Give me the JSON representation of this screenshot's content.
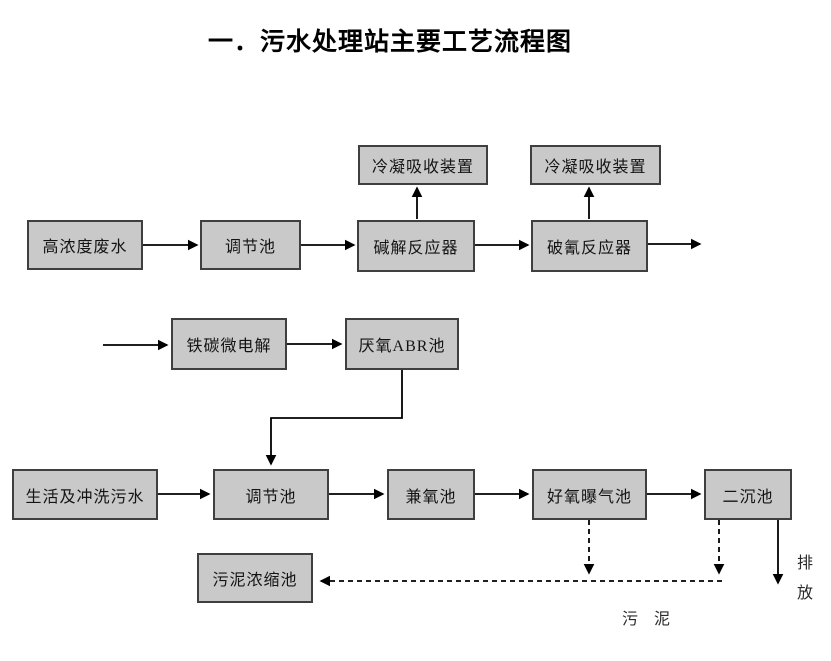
{
  "title": "一．污水处理站主要工艺流程图",
  "colors": {
    "background": "#ffffff",
    "box_fill": "#c9c9c9",
    "box_border": "#3f3f3f",
    "line": "#000000"
  },
  "nodes": {
    "condenser1": "冷凝吸收装置",
    "condenser2": "冷凝吸收装置",
    "high_conc_wastewater": "高浓度废水",
    "regulating_tank_1": "调节池",
    "alkaline_reactor": "碱解反应器",
    "cyanide_reactor": "破氰反应器",
    "iron_carbon_electrolysis": "铁碳微电解",
    "anaerobic_abr_tank": "厌氧ABR池",
    "domestic_flushing_sewage": "生活及冲洗污水",
    "regulating_tank_2": "调节池",
    "facultative_tank": "兼氧池",
    "aerobic_aeration_tank": "好氧曝气池",
    "secondary_sedimentation_tank": "二沉池",
    "sludge_thickening_tank": "污泥浓缩池"
  },
  "labels": {
    "discharge": "排放",
    "sludge": "污 泥"
  }
}
